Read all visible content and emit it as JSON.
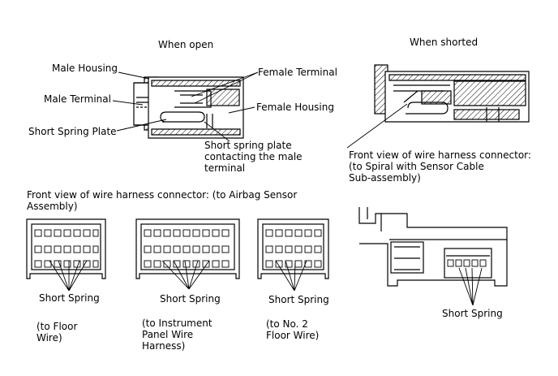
{
  "titles": {
    "open": "When open",
    "shorted": "When shorted"
  },
  "callouts": {
    "male_housing": "Male Housing",
    "male_terminal": "Male Terminal",
    "short_spring_plate": "Short Spring Plate",
    "female_terminal": "Female Terminal",
    "female_housing": "Female Housing",
    "plate_contact_note": "Short spring plate\ncontacting the male\nterminal"
  },
  "front_views": {
    "spiral": "Front view of wire harness connector:\n(to Spiral with Sensor Cable\nSub-assembly)",
    "airbag": "Front view of wire harness connector: (to Airbag Sensor\nAssembly)"
  },
  "short_spring_label": "Short Spring",
  "connectors": [
    {
      "short_spring": "Short Spring",
      "target": "(to Floor\nWire)"
    },
    {
      "short_spring": "Short Spring",
      "target": "(to Instrument\nPanel Wire\nHarness)"
    },
    {
      "short_spring": "Short Spring",
      "target": "(to No. 2\nFloor Wire)"
    },
    {
      "short_spring": "Short Spring"
    }
  ]
}
